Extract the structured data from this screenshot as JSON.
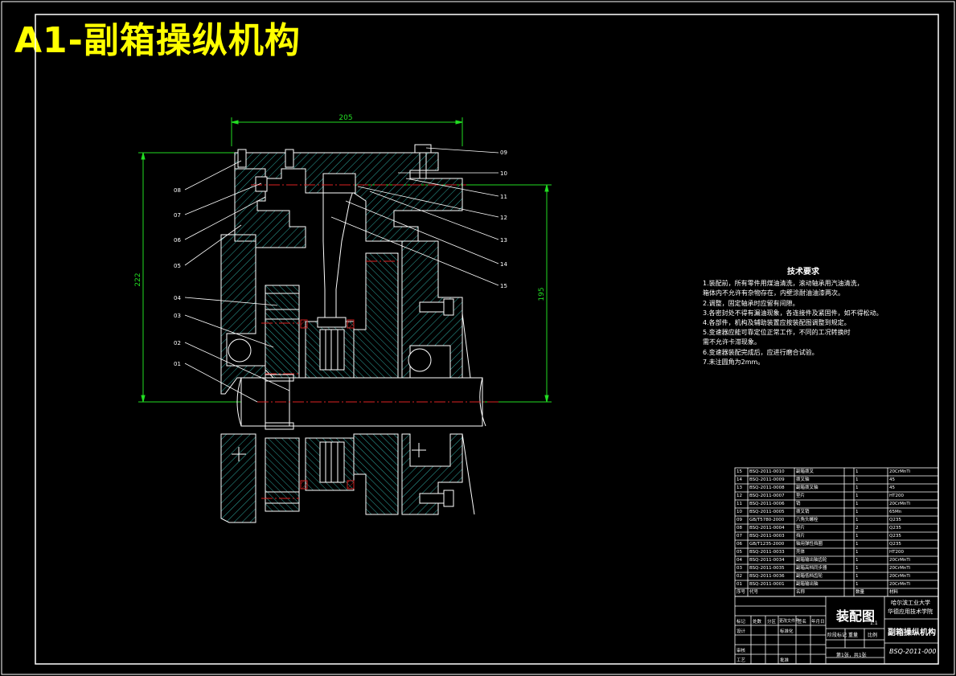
{
  "title": "A1-副箱操纵机构",
  "dimensions": {
    "top": "205",
    "left": "222",
    "right": "195"
  },
  "part_labels": {
    "left": [
      "08",
      "07",
      "06",
      "05",
      "04",
      "03",
      "02",
      "01"
    ],
    "right": [
      "09",
      "10",
      "11",
      "12",
      "13",
      "14",
      "15"
    ]
  },
  "notes": {
    "title": "技术要求",
    "items": [
      "1.装配前，所有零件用煤油清洗，滚动轴承用汽油清洗，",
      "  箱体内不允许有杂物存在，内壁涂耐油油漆两次。",
      "2.调整，固定轴承时应留有间隙。",
      "3.各密封处不得有漏油现象，各连接件及紧固件，如不得松动。",
      "4.各部件，机构及辅助装置应按装配图调整到规定。",
      "5.变速器应能可靠定位正常工作，不同的工况转换时",
      "  需不允许卡滞现象。",
      "6.变速器装配完成后，应进行磨合试验。",
      "7.未注圆角为2mm。"
    ]
  },
  "bom": {
    "rows": [
      [
        "15",
        "BSQ-2011-0010",
        "副箱拨叉",
        "1",
        "20CrMnTi"
      ],
      [
        "14",
        "BSQ-2011-0009",
        "拨叉轴",
        "1",
        "45"
      ],
      [
        "13",
        "BSQ-2011-0008",
        "副箱拨叉轴",
        "1",
        "45"
      ],
      [
        "12",
        "BSQ-2011-0007",
        "垫片",
        "1",
        "HT200"
      ],
      [
        "11",
        "BSQ-2011-0006",
        "销",
        "1",
        "20CrMnTi"
      ],
      [
        "10",
        "BSQ-2011-0005",
        "拨叉销",
        "1",
        "65Mn"
      ],
      [
        "09",
        "GB/T5780-2000",
        "六角头螺栓",
        "1",
        "Q235"
      ],
      [
        "08",
        "BSQ-2011-0004",
        "垫片",
        "2",
        "Q235"
      ],
      [
        "07",
        "BSQ-2011-0003",
        "挡片",
        "1",
        "Q235"
      ],
      [
        "06",
        "GB/T1235-2000",
        "轴用弹性挡圈",
        "1",
        "Q235"
      ],
      [
        "05",
        "BSQ-2011-0033",
        "壳体",
        "1",
        "HT200"
      ],
      [
        "04",
        "BSQ-2011-0034",
        "副箱输出轴齿轮",
        "1",
        "20CrMnTi"
      ],
      [
        "03",
        "BSQ-2011-0035",
        "副箱高档同步器",
        "1",
        "20CrMnTi"
      ],
      [
        "02",
        "BSQ-2011-0036",
        "副箱低档齿轮",
        "1",
        "20CrMnTi"
      ],
      [
        "01",
        "BSQ-2011-0001",
        "副箱输出轴",
        "1",
        "20CrMnTi"
      ]
    ],
    "header": [
      "序号",
      "代号",
      "名称",
      "数量",
      "材料"
    ]
  },
  "title_block": {
    "drawing_type": "装配图",
    "school_line1": "哈尔滨工业大学",
    "school_line2": "华德应用技术学院",
    "part_name": "副箱操纵机构",
    "drawing_no": "BSQ-2011-000",
    "sheet": "第1张，共1张",
    "scale": "1:1",
    "labels": {
      "mark": "标记",
      "count": "处数",
      "zone": "分区",
      "change_no": "更改文件号",
      "sign": "签名",
      "date": "年月日",
      "design": "设计",
      "standard": "标准化",
      "stage": "阶段标记",
      "weight": "重量",
      "ratio": "比例",
      "review": "审核",
      "process": "工艺",
      "approve": "批准"
    }
  }
}
